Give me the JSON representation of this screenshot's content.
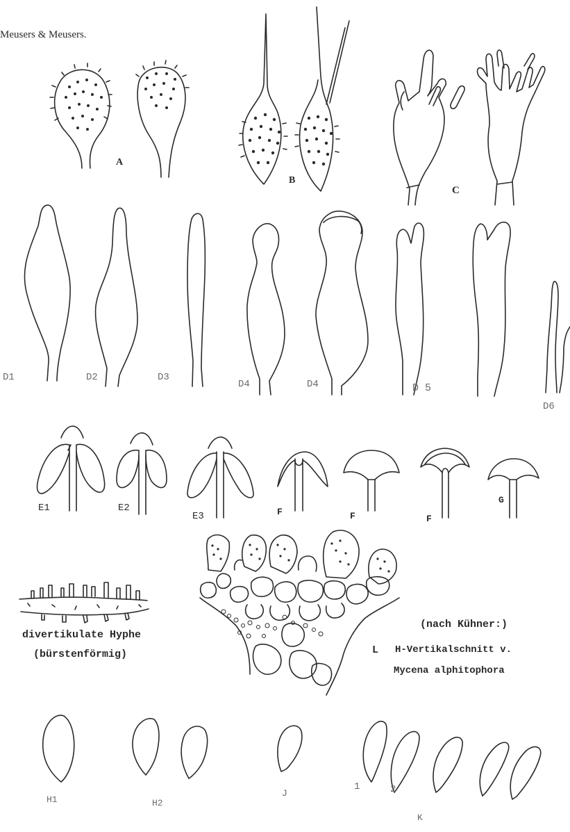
{
  "header": {
    "credit": "Meusers & Meusers."
  },
  "labels": {
    "A": "A",
    "B": "B",
    "C": "C",
    "D1": "D1",
    "D2": "D2",
    "D3": "D3",
    "D4a": "D4",
    "D4b": "D4",
    "D5": "D 5",
    "D6": "D6",
    "E1": "E1",
    "E2": "E2",
    "E3": "E3",
    "F1": "F",
    "F2": "F",
    "F3": "F",
    "G": "G",
    "H1": "H1",
    "H2": "H2",
    "J": "J",
    "K": "K",
    "K1": "1",
    "K2": "2"
  },
  "hyphe": {
    "title": "divertikulate Hyphe",
    "subtitle": "(bürstenförmig)"
  },
  "section_l": {
    "source": "(nach Kühner:)",
    "letter": "L",
    "caption_line1": "H-Vertikalschnitt v.",
    "caption_line2": "Mycena alphitophora"
  },
  "style": {
    "ink": "#2a2a2a"
  }
}
